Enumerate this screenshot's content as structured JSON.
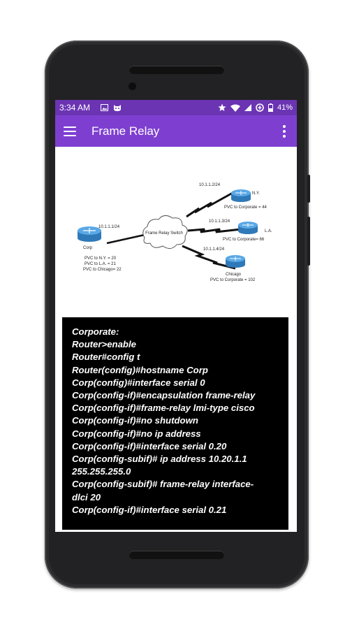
{
  "status_bar": {
    "time": "3:34 AM",
    "battery": "41%"
  },
  "app_bar": {
    "title": "Frame Relay",
    "menu_icon": "hamburger-menu-icon",
    "overflow_icon": "more-vert-icon"
  },
  "diagram": {
    "switch_label": "Frame Relay Switch",
    "corp": {
      "ip": "10.1.1.1/24",
      "name": "Corp",
      "pvc_lines": [
        "PVC to N.Y. = 20",
        "PVC to L.A. = 21",
        "PVC to Chicago= 22"
      ]
    },
    "ny": {
      "ip": "10.1.1.2/24",
      "name": "N.Y.",
      "pvc": "PVC to Corporate = 44"
    },
    "la": {
      "ip": "10.1.1.3/24",
      "name": "L.A.",
      "pvc": "PVC to Corporate= 66"
    },
    "chicago": {
      "ip": "10.1.1.4/24",
      "name": "Chicago",
      "pvc": "PVC to Corporate = 102"
    }
  },
  "code_lines": [
    "Corporate:",
    "Router>enable",
    "Router#config t",
    "Router(config)#hostname Corp",
    "Corp(config)#interface serial 0",
    "Corp(config-if)#encapsulation frame-relay",
    "Corp(config-if)#frame-relay lmi-type cisco",
    "Corp(config-if)#no shutdown",
    "Corp(config-if)#no ip address",
    "Corp(config-if)#interface serial 0.20",
    "Corp(config-subif)# ip address 10.20.1.1",
    "255.255.255.0",
    "Corp(config-subif)# frame-relay interface-",
    "dlci 20",
    "Corp(config-if)#interface serial 0.21"
  ],
  "colors": {
    "status_bar": "#6b34b3",
    "app_bar": "#7e3fd0",
    "router_blue": "#3d8fd0"
  }
}
